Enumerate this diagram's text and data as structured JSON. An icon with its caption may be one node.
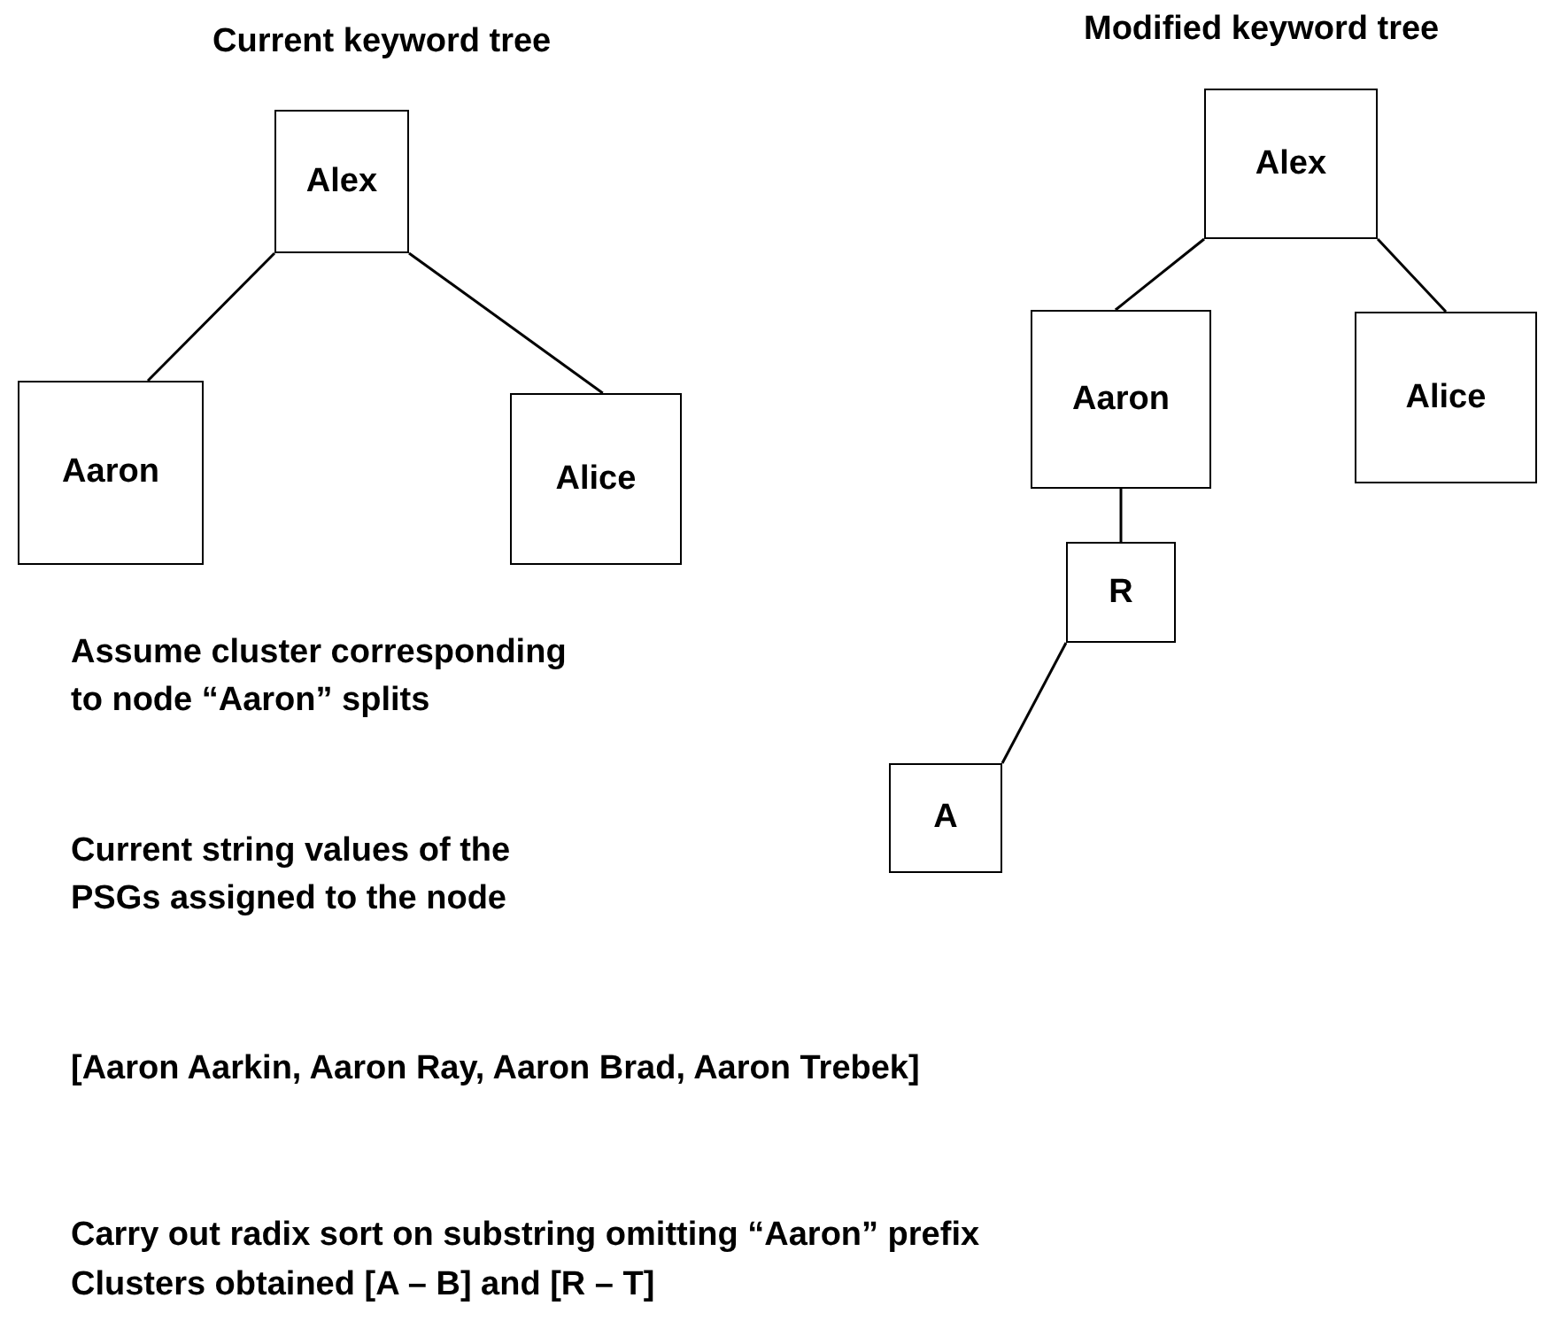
{
  "diagram": {
    "nodes": [
      {
        "text": [
          "Alex"
        ]
      },
      {
        "text": [
          "Aaron"
        ]
      },
      {
        "text": [
          "Alice"
        ]
      },
      {
        "text": [
          "Alex"
        ]
      },
      {
        "text": [
          "Aaron"
        ]
      },
      {
        "text": [
          "Alice"
        ]
      },
      {
        "text": [
          "R"
        ]
      },
      {
        "text": [
          "A"
        ]
      }
    ],
    "edges": [
      {
        "from": 0,
        "to": 1,
        "arrow": "none"
      },
      {
        "from": 0,
        "to": 2,
        "arrow": "none"
      },
      {
        "from": 3,
        "to": 4,
        "arrow": "none"
      },
      {
        "from": 3,
        "to": 5,
        "arrow": "none"
      },
      {
        "from": 4,
        "to": 6,
        "arrow": "none"
      },
      {
        "from": 6,
        "to": 7,
        "arrow": "none"
      }
    ],
    "labels": [
      "Current keyword tree",
      "Modified keyword tree",
      "Assume cluster corresponding to node “Aaron” splits",
      "Current string values of the PSGs assigned to the node",
      "[Aaron Aarkin, Aaron Ray, Aaron Brad, Aaron Trebek]",
      "Carry out radix sort on substring omitting “Aaron” prefix",
      "Clusters obtained [A – B] and [R – T]"
    ]
  }
}
